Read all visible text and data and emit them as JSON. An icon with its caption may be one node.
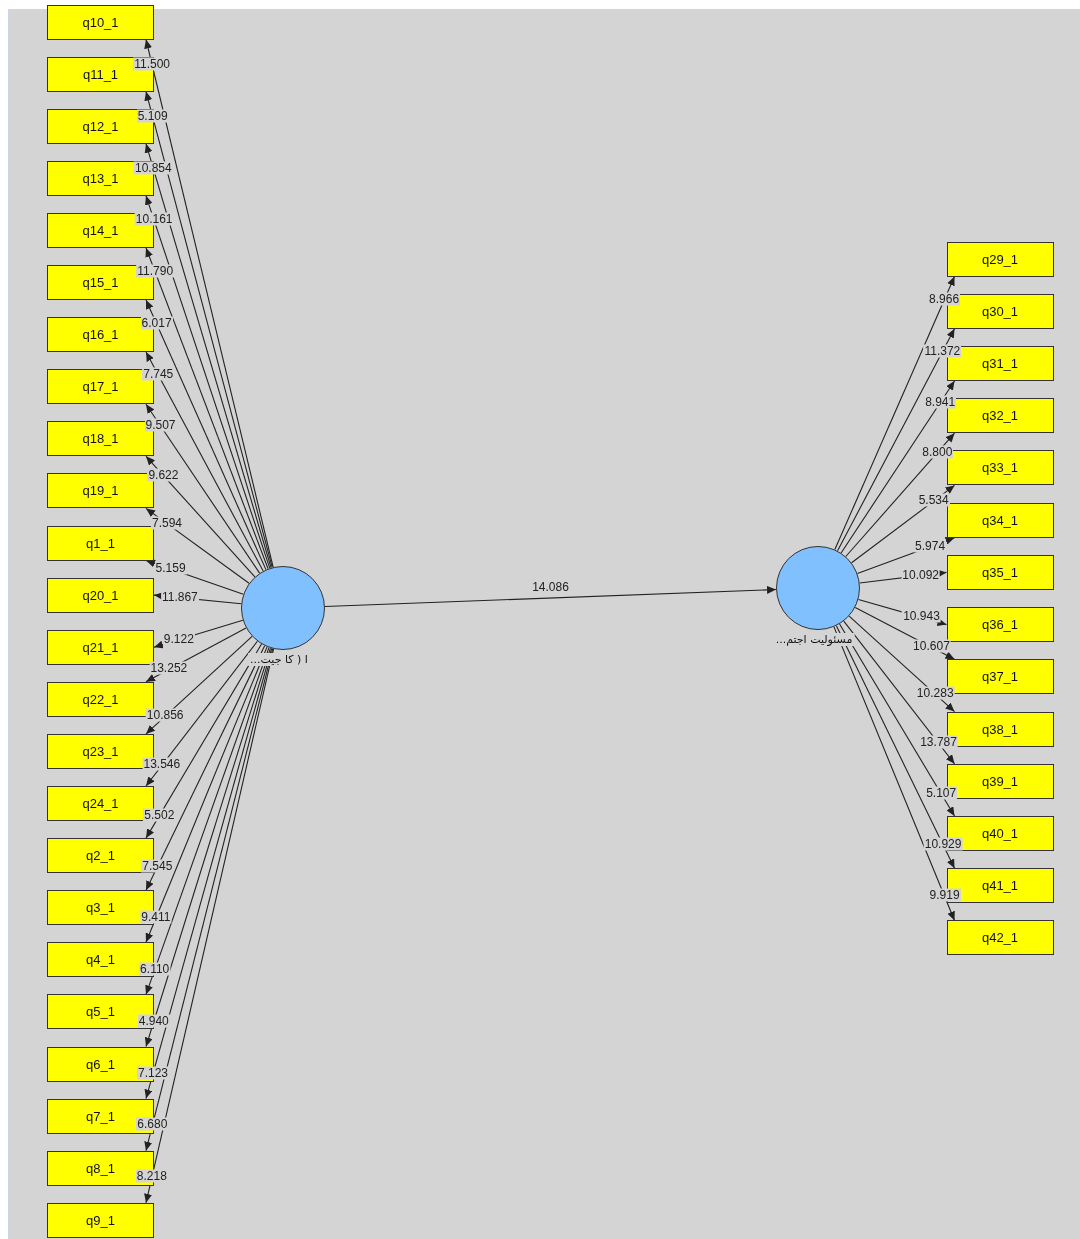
{
  "diagram": {
    "nodes": [
      {
        "text": [
          "q10_1"
        ]
      },
      {
        "text": [
          "q11_1"
        ]
      },
      {
        "text": [
          "q12_1"
        ]
      },
      {
        "text": [
          "q13_1"
        ]
      },
      {
        "text": [
          "q14_1"
        ]
      },
      {
        "text": [
          "q15_1"
        ]
      },
      {
        "text": [
          "q16_1"
        ]
      },
      {
        "text": [
          "q17_1"
        ]
      },
      {
        "text": [
          "q18_1"
        ]
      },
      {
        "text": [
          "q19_1"
        ]
      },
      {
        "text": [
          "q1_1"
        ]
      },
      {
        "text": [
          "q20_1"
        ]
      },
      {
        "text": [
          "q21_1"
        ]
      },
      {
        "text": [
          "q22_1"
        ]
      },
      {
        "text": [
          "q23_1"
        ]
      },
      {
        "text": [
          "q24_1"
        ]
      },
      {
        "text": [
          "q2_1"
        ]
      },
      {
        "text": [
          "q3_1"
        ]
      },
      {
        "text": [
          "q4_1"
        ]
      },
      {
        "text": [
          "q5_1"
        ]
      },
      {
        "text": [
          "q6_1"
        ]
      },
      {
        "text": [
          "q7_1"
        ]
      },
      {
        "text": [
          "q8_1"
        ]
      },
      {
        "text": [
          "q9_1"
        ]
      },
      {
        "text": [],
        "shape": "circle",
        "beside": [
          "ا ( کا جیت..."
        ]
      },
      {
        "text": [],
        "shape": "circle",
        "beside": [
          "مسئولیت اجتم..."
        ]
      },
      {
        "text": [
          "q29_1"
        ]
      },
      {
        "text": [
          "q30_1"
        ]
      },
      {
        "text": [
          "q31_1"
        ]
      },
      {
        "text": [
          "q32_1"
        ]
      },
      {
        "text": [
          "q33_1"
        ]
      },
      {
        "text": [
          "q34_1"
        ]
      },
      {
        "text": [
          "q35_1"
        ]
      },
      {
        "text": [
          "q36_1"
        ]
      },
      {
        "text": [
          "q37_1"
        ]
      },
      {
        "text": [
          "q38_1"
        ]
      },
      {
        "text": [
          "q39_1"
        ]
      },
      {
        "text": [
          "q40_1"
        ]
      },
      {
        "text": [
          "q41_1"
        ]
      },
      {
        "text": [
          "q42_1"
        ]
      }
    ],
    "edges": [
      {
        "from": 24,
        "to": 25,
        "arrow": "to",
        "label": "14.086"
      },
      {
        "from": 24,
        "to": 0,
        "arrow": "to",
        "label": "11.500"
      },
      {
        "from": 24,
        "to": 1,
        "arrow": "to",
        "label": "5.109"
      },
      {
        "from": 24,
        "to": 2,
        "arrow": "to",
        "label": "10.854"
      },
      {
        "from": 24,
        "to": 3,
        "arrow": "to",
        "label": "10.161"
      },
      {
        "from": 24,
        "to": 4,
        "arrow": "to",
        "label": "11.790"
      },
      {
        "from": 24,
        "to": 5,
        "arrow": "to",
        "label": "6.017"
      },
      {
        "from": 24,
        "to": 6,
        "arrow": "to",
        "label": "7.745"
      },
      {
        "from": 24,
        "to": 7,
        "arrow": "to",
        "label": "9.507"
      },
      {
        "from": 24,
        "to": 8,
        "arrow": "to",
        "label": "9.622"
      },
      {
        "from": 24,
        "to": 9,
        "arrow": "to",
        "label": "7.594"
      },
      {
        "from": 24,
        "to": 10,
        "arrow": "to",
        "label": "5.159"
      },
      {
        "from": 24,
        "to": 11,
        "arrow": "to",
        "label": "11.867"
      },
      {
        "from": 24,
        "to": 12,
        "arrow": "to",
        "label": "9.122"
      },
      {
        "from": 24,
        "to": 13,
        "arrow": "to",
        "label": "13.252"
      },
      {
        "from": 24,
        "to": 14,
        "arrow": "to",
        "label": "10.856"
      },
      {
        "from": 24,
        "to": 15,
        "arrow": "to",
        "label": "13.546"
      },
      {
        "from": 24,
        "to": 16,
        "arrow": "to",
        "label": "5.502"
      },
      {
        "from": 24,
        "to": 17,
        "arrow": "to",
        "label": "7.545"
      },
      {
        "from": 24,
        "to": 18,
        "arrow": "to",
        "label": "9.411"
      },
      {
        "from": 24,
        "to": 19,
        "arrow": "to",
        "label": "6.110"
      },
      {
        "from": 24,
        "to": 20,
        "arrow": "to",
        "label": "4.940"
      },
      {
        "from": 24,
        "to": 21,
        "arrow": "to",
        "label": "7.123"
      },
      {
        "from": 24,
        "to": 22,
        "arrow": "to",
        "label": "6.680"
      },
      {
        "from": 24,
        "to": 23,
        "arrow": "to",
        "label": "8.218"
      },
      {
        "from": 25,
        "to": 26,
        "arrow": "to",
        "label": "8.966"
      },
      {
        "from": 25,
        "to": 27,
        "arrow": "to",
        "label": "11.372"
      },
      {
        "from": 25,
        "to": 28,
        "arrow": "to",
        "label": "8.941"
      },
      {
        "from": 25,
        "to": 29,
        "arrow": "to",
        "label": "8.800"
      },
      {
        "from": 25,
        "to": 30,
        "arrow": "to",
        "label": "5.534"
      },
      {
        "from": 25,
        "to": 31,
        "arrow": "to",
        "label": "5.974"
      },
      {
        "from": 25,
        "to": 32,
        "arrow": "to",
        "label": "10.092"
      },
      {
        "from": 25,
        "to": 33,
        "arrow": "to",
        "label": "10.943"
      },
      {
        "from": 25,
        "to": 34,
        "arrow": "to",
        "label": "10.607"
      },
      {
        "from": 25,
        "to": 35,
        "arrow": "to",
        "label": "10.283"
      },
      {
        "from": 25,
        "to": 36,
        "arrow": "to",
        "label": "13.787"
      },
      {
        "from": 25,
        "to": 37,
        "arrow": "to",
        "label": "5.107"
      },
      {
        "from": 25,
        "to": 38,
        "arrow": "to",
        "label": "10.929"
      },
      {
        "from": 25,
        "to": 39,
        "arrow": "to",
        "label": "9.919"
      }
    ]
  }
}
